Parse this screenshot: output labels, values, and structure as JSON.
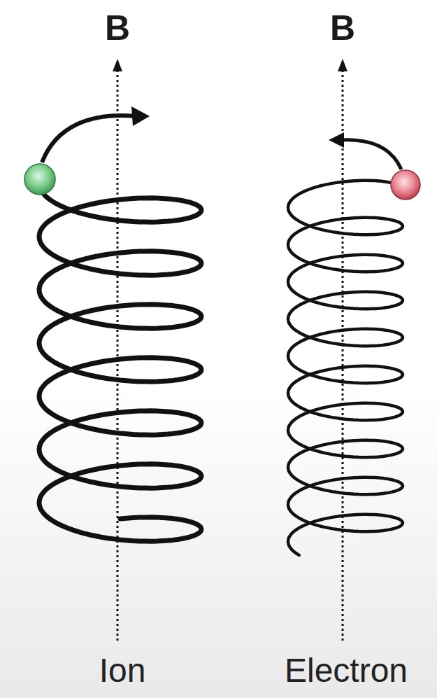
{
  "diagram": {
    "labels": [
      "B",
      "B",
      "Ion",
      "Electron"
    ]
  }
}
